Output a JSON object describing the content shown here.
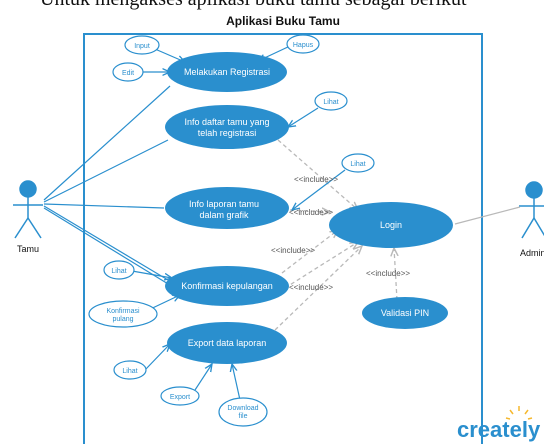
{
  "header_fragment": "Untuk mengakses aplikasi buku tamu sebagai berikut",
  "title": "Aplikasi Buku Tamu",
  "actors": {
    "tamu": "Tamu",
    "admin": "Admin"
  },
  "use_cases": {
    "registrasi": "Melakukan Registrasi",
    "info_daftar_line1": "Info daftar tamu yang",
    "info_daftar_line2": "telah registrasi",
    "info_laporan_line1": "Info laporan tamu",
    "info_laporan_line2": "dalam grafik",
    "login": "Login",
    "konfirmasi": "Konfirmasi kepulangan",
    "export": "Export data laporan",
    "validasi": "Validasi PIN"
  },
  "sub_cases": {
    "input": "Input",
    "hapus": "Hapus",
    "edit": "Edit",
    "lihat_daftar": "Lihat",
    "lihat_laporan": "Lihat",
    "lihat_konfirmasi": "Lihat",
    "konfirmasi_pulang_line1": "Konfirmasi",
    "konfirmasi_pulang_line2": "pulang",
    "lihat_export": "Lihat",
    "export": "Export",
    "download_line1": "Download",
    "download_line2": "file"
  },
  "relations": {
    "include_1": "<<include>>",
    "include_2": "<<include>>",
    "include_3": "<<include>>",
    "include_4": "<<include>>",
    "include_5": "<<include>>"
  },
  "watermark": "creately",
  "colors": {
    "primary": "#2a8fce",
    "line": "#2a8fce",
    "dashed": "#b9b9b9",
    "text_on_primary": "#ffffff"
  }
}
